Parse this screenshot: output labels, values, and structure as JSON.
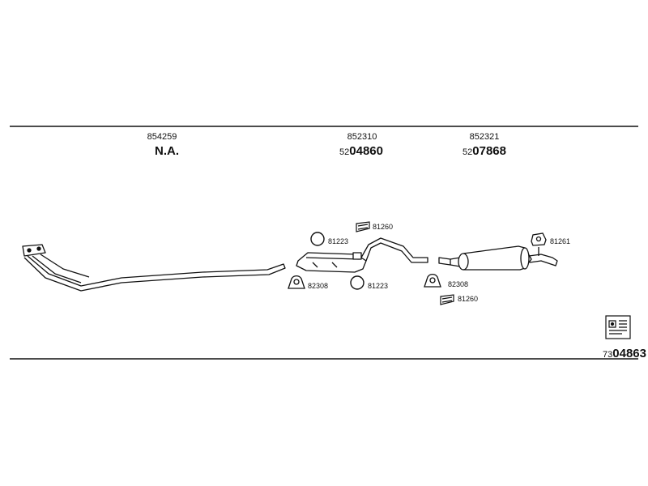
{
  "groups": [
    {
      "small": "854259",
      "big": "N.A.",
      "prefix": ""
    },
    {
      "small": "852310",
      "big": "04860",
      "prefix": "52"
    },
    {
      "small": "852321",
      "big": "07868",
      "prefix": "52"
    }
  ],
  "callouts": {
    "clamp_top_mid": "81260",
    "ring_top_mid": "81223",
    "ring_bottom_mid": "81223",
    "hanger_bottom_mid": "82308",
    "hanger_bottom_right": "82308",
    "clamp_bottom_right": "81260",
    "rubber_right": "81261"
  },
  "footer_code": {
    "prefix": "73",
    "big": "04863"
  },
  "colors": {
    "ink": "#111111",
    "background": "#ffffff"
  },
  "icons": [
    "exhaust-manifold-pipe-icon",
    "exhaust-clamp-icon",
    "gasket-ring-icon",
    "hanger-icon",
    "rubber-mount-icon",
    "catalog-logo-icon"
  ]
}
